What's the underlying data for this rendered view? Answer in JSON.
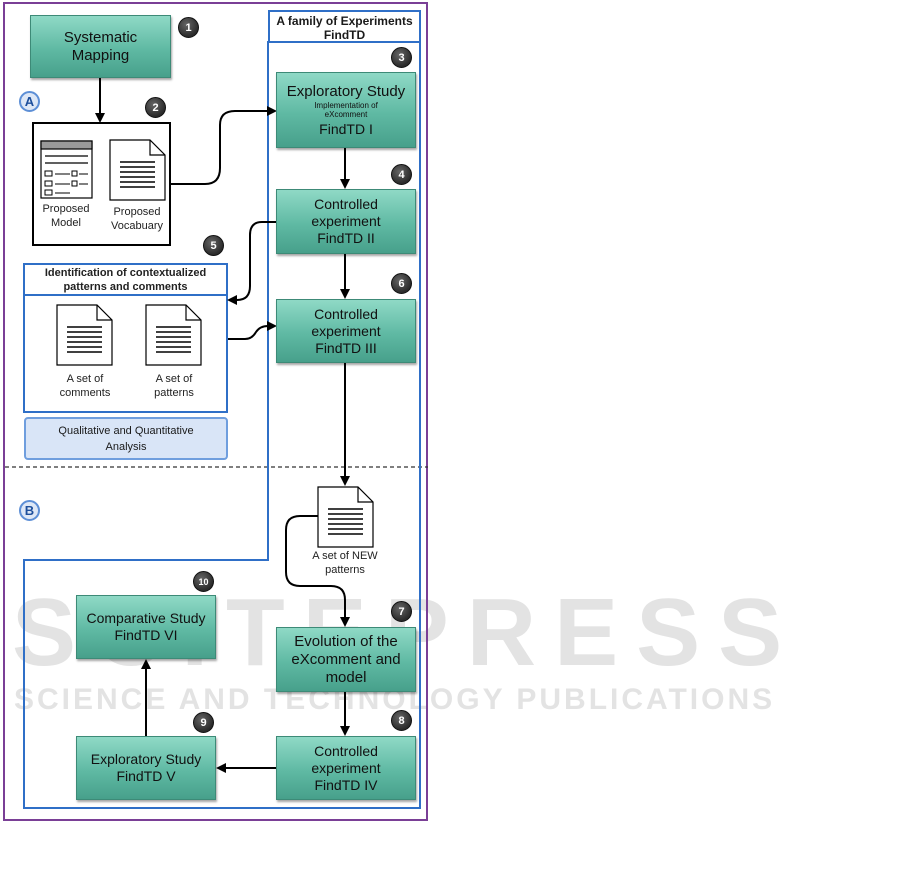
{
  "watermark": {
    "main": "SCITEPRESS",
    "sub": "SCIENCE AND TECHNOLOGY PUBLICATIONS"
  },
  "section_labels": {
    "a": "A",
    "b": "B"
  },
  "family_title": {
    "line1": "A family of Experiments",
    "line2": "FindTD"
  },
  "nodes": {
    "systematic_mapping": {
      "badge": "1",
      "line1": "Systematic",
      "line2": "Mapping"
    },
    "exploratory_i": {
      "badge": "3",
      "line1": "Exploratory Study",
      "small1": "Implementation of",
      "small2": "eXcomment",
      "line2": "FindTD I"
    },
    "controlled_ii": {
      "badge": "4",
      "line1": "Controlled",
      "line2": "experiment",
      "line3": "FindTD II"
    },
    "controlled_iii": {
      "badge": "6",
      "line1": "Controlled",
      "line2": "experiment",
      "line3": "FindTD III"
    },
    "evolution": {
      "badge": "7",
      "line1": "Evolution of the",
      "line2": "eXcomment and",
      "line3": "model"
    },
    "controlled_iv": {
      "badge": "8",
      "line1": "Controlled",
      "line2": "experiment",
      "line3": "FindTD IV"
    },
    "exploratory_v": {
      "badge": "9",
      "line1": "Exploratory Study",
      "line2": "FindTD V"
    },
    "comparative_vi": {
      "badge": "10",
      "line1": "Comparative Study",
      "line2": "FindTD VI"
    }
  },
  "model_box": {
    "badge": "2",
    "model_label1": "Proposed",
    "model_label2": "Model",
    "vocab_label1": "Proposed",
    "vocab_label2": "Vocabuary"
  },
  "identification_box": {
    "badge": "5",
    "title1": "Identification of contextualized",
    "title2": "patterns and comments",
    "doc1_label1": "A set of",
    "doc1_label2": "comments",
    "doc2_label1": "A  set of",
    "doc2_label2": "patterns"
  },
  "qa_box": {
    "line1": "Qualitative and Quantitative",
    "line2": "Analysis"
  },
  "new_patterns": {
    "line1": "A  set of NEW",
    "line2": "patterns"
  },
  "colors": {
    "node_fill": "#5fb9a3",
    "outer_border": "#7a3f96",
    "blue_border": "#2f6fc7",
    "badge": "#2b2b2b",
    "qa_fill": "#d9e5f7"
  }
}
